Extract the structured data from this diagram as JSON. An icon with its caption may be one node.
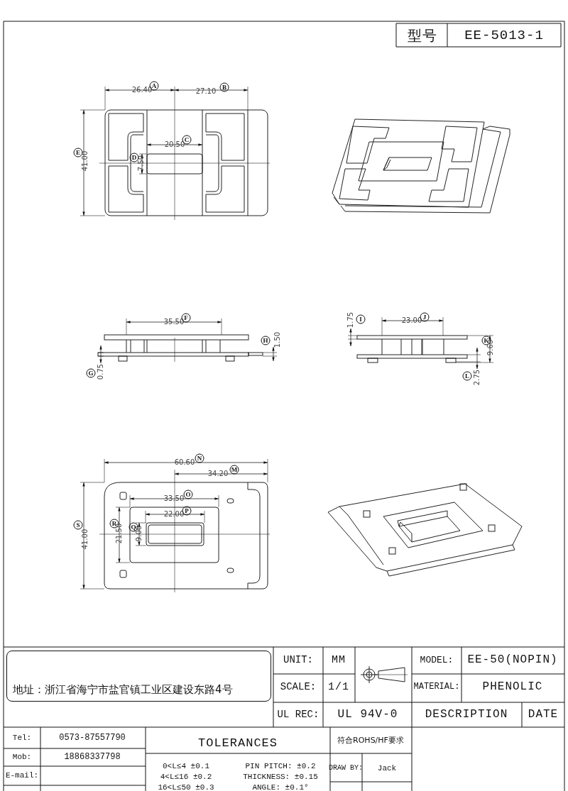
{
  "diagram": {
    "nodes": [
      {
        "text": [
          "地址：浙江省海宁市盐官镇工业区建设东路4号"
        ]
      }
    ],
    "labels": [
      "型号",
      "EE-5013-1",
      "26.40",
      "A",
      "27.10",
      "B",
      "E",
      "41.00",
      "20.50",
      "C",
      "D",
      "7.50",
      "35.50",
      "F",
      "H",
      "1.50",
      "G",
      "0.75",
      "I",
      "1.75",
      "23.00",
      "J",
      "K",
      "9.60",
      "L",
      "2.75",
      "60.60",
      "N",
      "34.20",
      "M",
      "33.50",
      "O",
      "22.00",
      "P",
      "S",
      "41.00",
      "R",
      "21.50",
      "Q",
      "9.00",
      "UNIT:",
      "MM",
      "MODEL:",
      "EE-50(NOPIN)",
      "SCALE:",
      "1/1",
      "MATERIAL:",
      "PHENOLIC",
      "UL REC:",
      "UL 94V-0",
      "DESCRIPTION",
      "DATE",
      "Tel:",
      "0573-87557790",
      "TOLERANCES",
      "符合ROHS/HF要求",
      "Mob:",
      "18868337798",
      "E-mail:",
      "0<L≤4 ±0.1",
      "PIN PITCH: ±0.2",
      "DRAW BY:",
      "Jack",
      "4<L≤16 ±0.2",
      "THICKNESS: ±0.15",
      "16<L≤50 ±0.3",
      "ANGLE: ±0.1°"
    ]
  }
}
